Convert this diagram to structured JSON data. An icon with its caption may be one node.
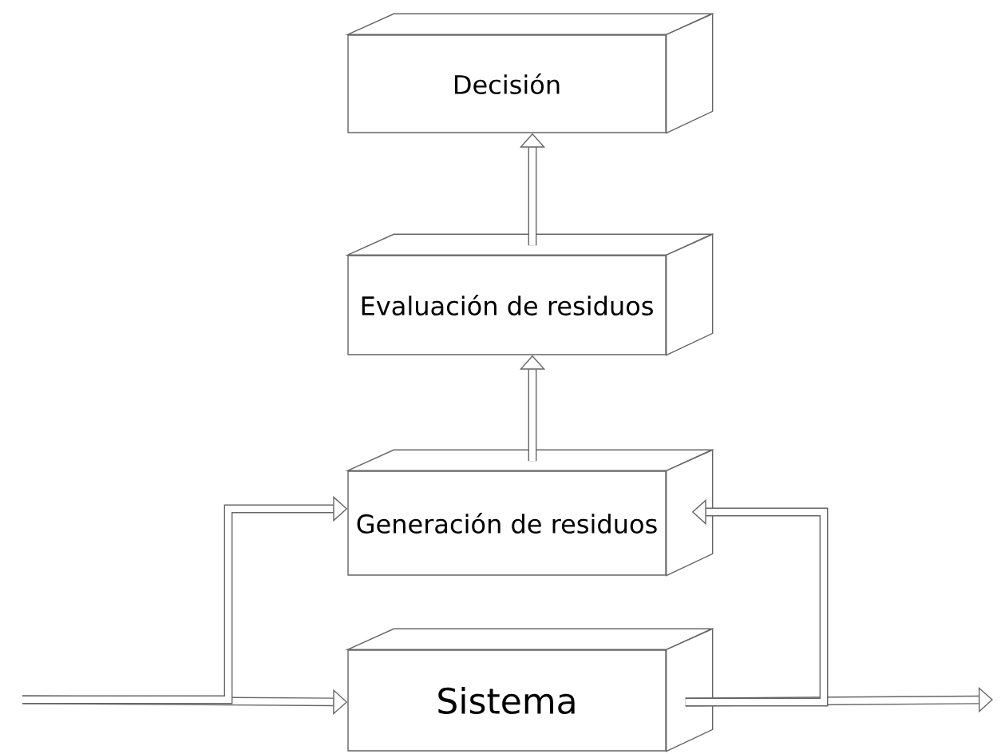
{
  "diagram": {
    "nodes": [
      {
        "text": [
          "Decisión"
        ]
      },
      {
        "text": [
          "Evaluación de residuos"
        ]
      },
      {
        "text": [
          "Generación de residuos"
        ]
      },
      {
        "text": [
          "Sistema"
        ]
      }
    ],
    "edges": [
      {
        "from": 2,
        "to": 1,
        "arrow": "to"
      },
      {
        "from": 1,
        "to": 0,
        "arrow": "to"
      },
      {
        "from": null,
        "to": 3,
        "arrow": "to"
      },
      {
        "from": null,
        "to": 2,
        "arrow": "to"
      },
      {
        "from": 3,
        "to": null,
        "arrow": "to"
      },
      {
        "from": 3,
        "to": 2,
        "arrow": "to"
      }
    ]
  }
}
